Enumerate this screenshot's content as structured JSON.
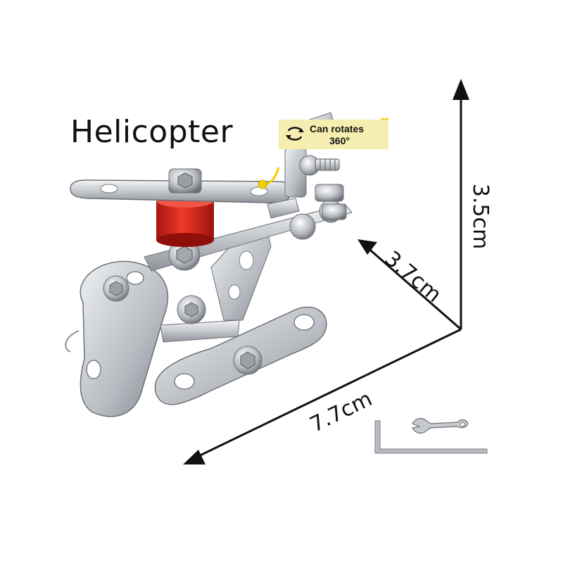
{
  "title": "Helicopter",
  "callout": {
    "line1": "Can rotates",
    "line2": "360°"
  },
  "dimensions": {
    "height": "3.5cm",
    "depth": "3.7cm",
    "width": "7.7cm"
  },
  "colors": {
    "accent_red": "#d8241c",
    "callout_bg": "#f6eeb0",
    "callout_dot": "#f2d000",
    "steel": "#c9ccd1"
  },
  "icons": [
    "rotate-icon",
    "hex-key-icon",
    "wrench-icon"
  ]
}
